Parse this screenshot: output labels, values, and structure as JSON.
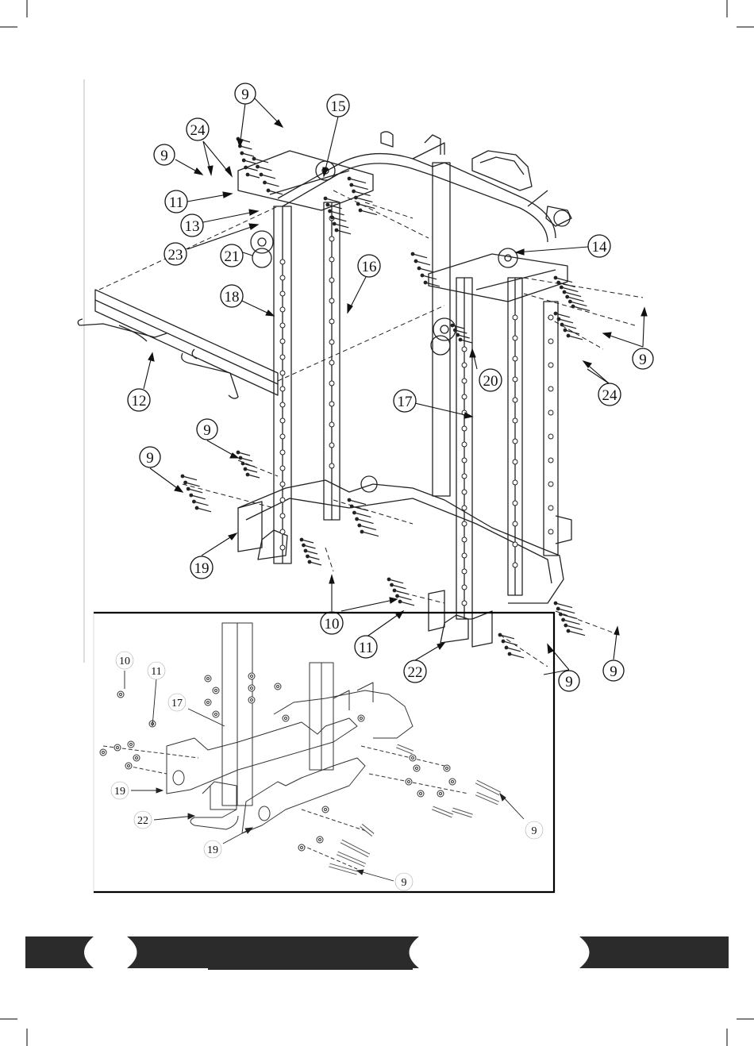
{
  "callouts": {
    "c9a": "9",
    "c15": "15",
    "c24a": "24",
    "c9b": "9",
    "c11a": "11",
    "c13": "13",
    "c23": "23",
    "c21": "21",
    "c16": "16",
    "c14": "14",
    "c18": "18",
    "c9c": "9",
    "c20": "20",
    "c24b": "24",
    "c12": "12",
    "c17a": "17",
    "c9d": "9",
    "c9e": "9",
    "c19a": "19",
    "c10a": "10",
    "c11b": "11",
    "c22a": "22",
    "c9f": "9",
    "c9g": "9"
  },
  "detail": {
    "c10": "10",
    "c11": "11",
    "c17": "17",
    "c19a": "19",
    "c22": "22",
    "c19b": "19",
    "c9a": "9",
    "c9b": "9"
  },
  "colors": {
    "line": "#222222",
    "banner": "#2b2b2b",
    "paper": "#ffffff"
  }
}
